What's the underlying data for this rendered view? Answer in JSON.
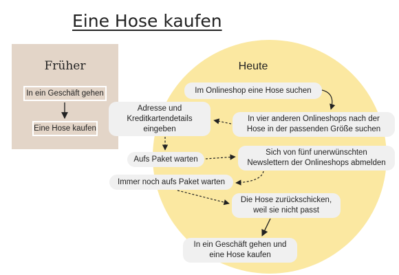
{
  "title": "Eine Hose kaufen",
  "frueher": {
    "title": "Früher",
    "steps": [
      "In ein Geschäft gehen",
      "Eine Hose kaufen"
    ]
  },
  "heute": {
    "title": "Heute",
    "steps": [
      "Im Onlineshop eine Hose suchen",
      "In vier anderen Onlineshops nach der\nHose in der passenden Größe suchen",
      "Adresse und\nKreditkartendetails\neingeben",
      "Aufs Paket warten",
      "Sich von fünf unerwünschten\nNewslettern der Onlineshops abmelden",
      "Immer noch aufs Paket warten",
      "Die Hose zurückschicken,\nweil sie nicht passt",
      "In ein Geschäft gehen und\neine Hose kaufen"
    ]
  },
  "colors": {
    "frueher_bg": "#e3d5c8",
    "heute_circle": "#fbe8a1",
    "node_bg": "#f0f0f0"
  }
}
